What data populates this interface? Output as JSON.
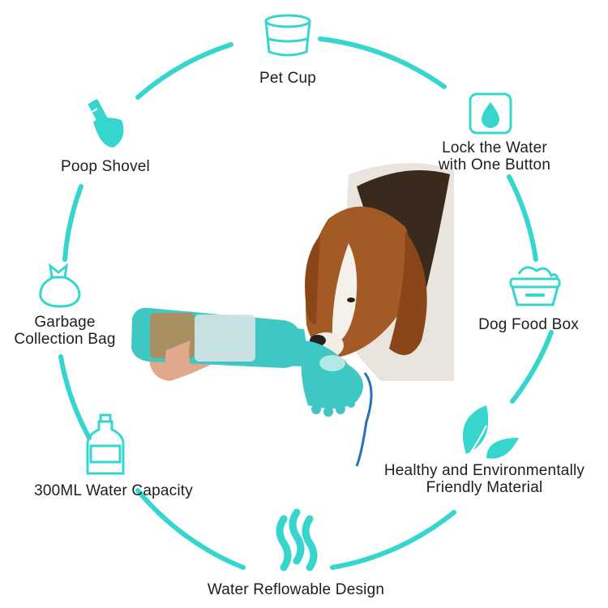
{
  "accent_color": "#36d6cf",
  "features": {
    "pet_cup": "Pet Cup",
    "lock_water": [
      "Lock the Water",
      "with One Button"
    ],
    "dog_food_box": "Dog Food Box",
    "healthy_material": [
      "Healthy and Environmentally",
      "Friendly Material"
    ],
    "water_reflowable": "Water Reflowable Design",
    "water_capacity": "300ML Water Capacity",
    "garbage_bag": [
      "Garbage",
      "Collection Bag"
    ],
    "poop_shovel": "Poop Shovel"
  },
  "icons": {
    "pet_cup": "cup-icon",
    "lock_water": "water-drop-button-icon",
    "dog_food_box": "food-bowl-icon",
    "healthy_material": "leaf-icon",
    "water_reflowable": "water-waves-icon",
    "water_capacity": "bottle-icon",
    "garbage_bag": "garbage-bag-icon",
    "poop_shovel": "shovel-icon"
  }
}
